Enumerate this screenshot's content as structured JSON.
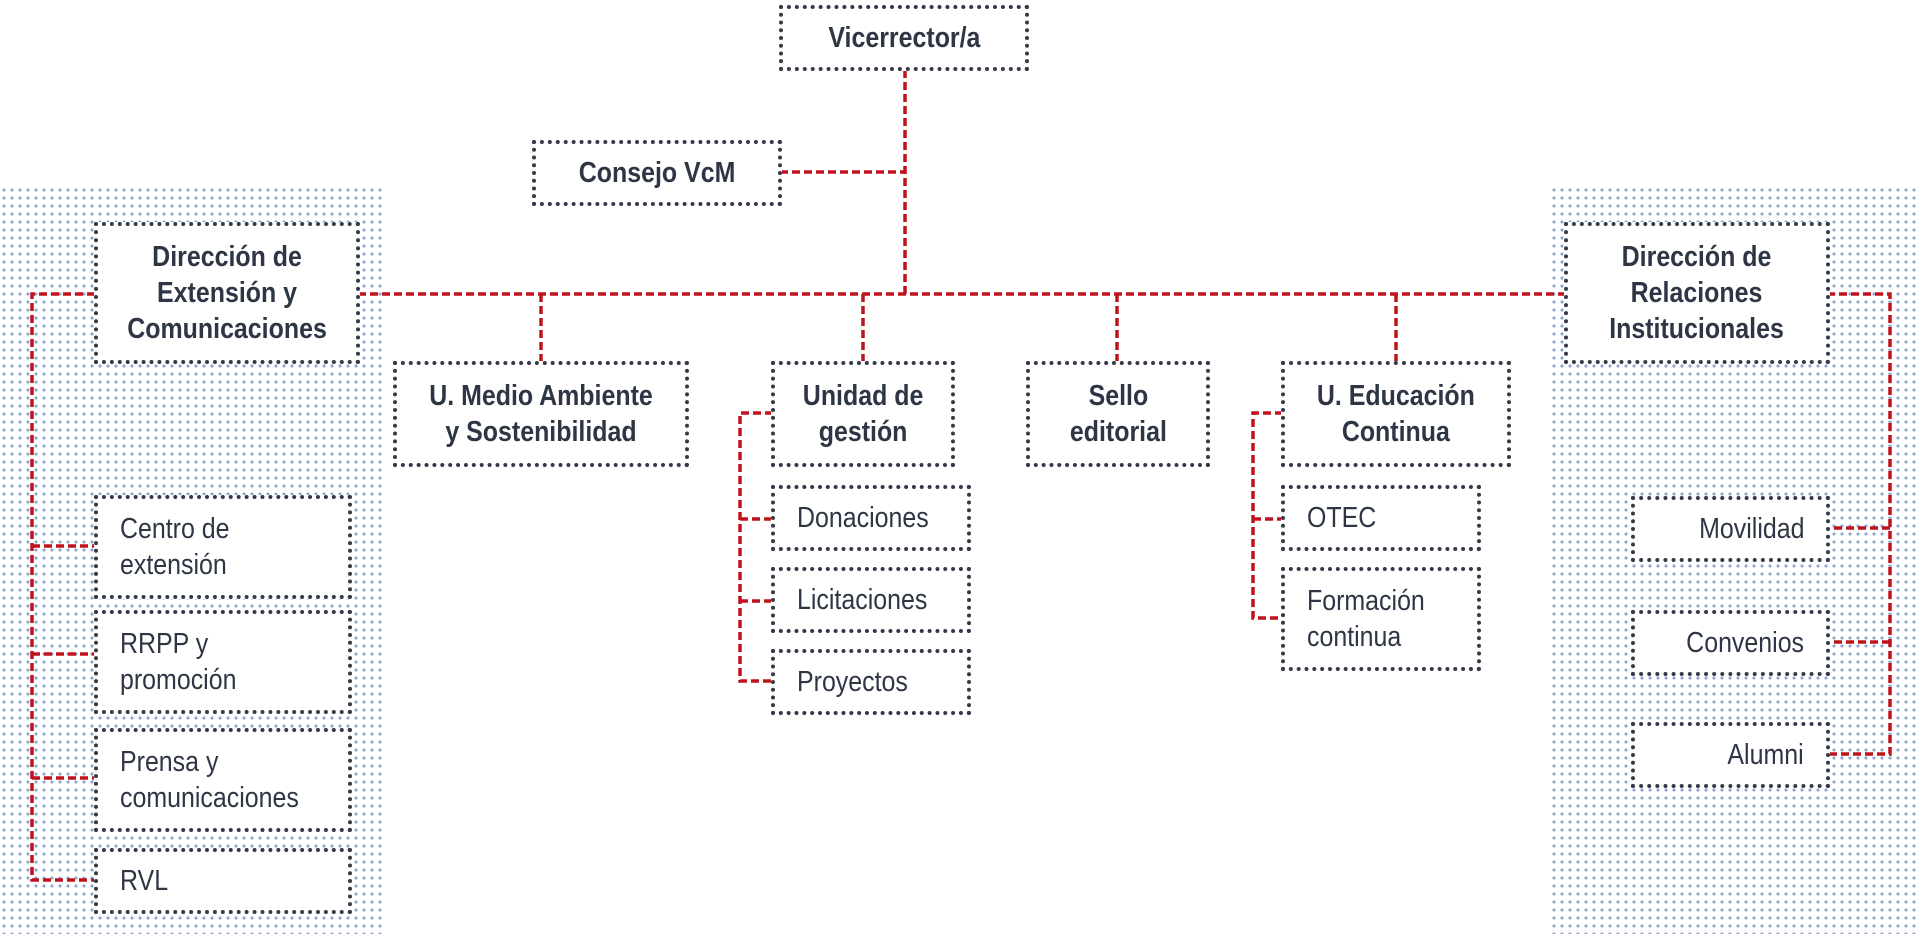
{
  "chart": {
    "nodes": {
      "vicerrector": "Vicerrector/a",
      "consejo": "Consejo VcM",
      "dir_extension": "Dirección de\nExtensión y\nComunicaciones",
      "dir_relaciones": "Dirección de\nRelaciones\nInstitucionales",
      "medio_ambiente": "U. Medio Ambiente\ny Sostenibilidad",
      "unidad_gestion": "Unidad de\ngestión",
      "sello_editorial": "Sello\neditorial",
      "educacion_continua": "U. Educación\nContinua"
    },
    "extension_children": [
      "Centro de\nextensión",
      "RRPP y\npromoción",
      "Prensa y\ncomunicaciones",
      "RVL"
    ],
    "gestion_children": [
      "Donaciones",
      "Licitaciones",
      "Proyectos"
    ],
    "educacion_children": [
      "OTEC",
      "Formación\ncontinua"
    ],
    "relaciones_children": [
      "Movilidad",
      "Convenios",
      "Alumni"
    ]
  },
  "colors": {
    "connector": "#c0121c",
    "box_border": "#333b48",
    "text": "#2e3645",
    "dot_pattern": "#8aa3cf"
  }
}
